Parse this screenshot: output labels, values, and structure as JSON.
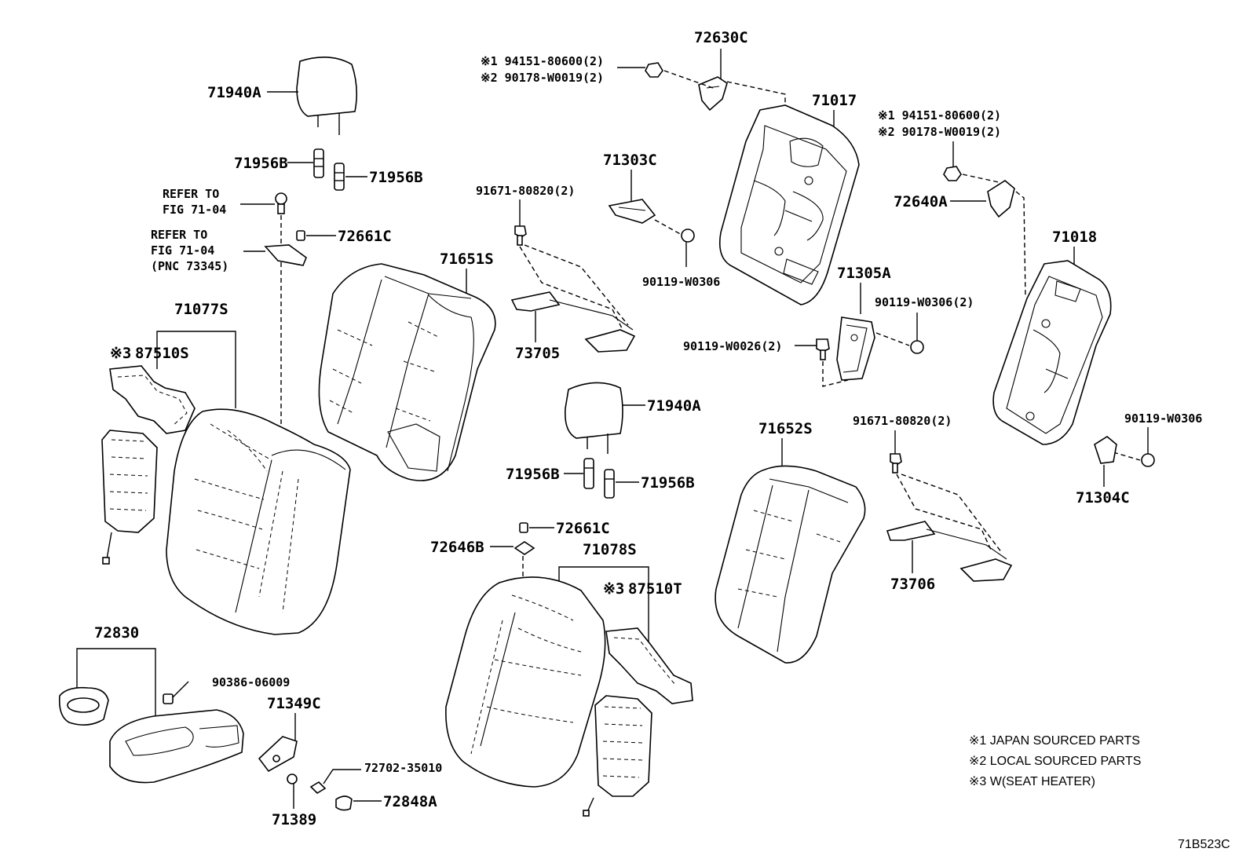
{
  "labels": {
    "p72630C": "72630C",
    "p71017": "71017",
    "p71018": "71018",
    "p71940A_a": "71940A",
    "p71940A_b": "71940A",
    "p71956B_a": "71956B",
    "p71956B_b": "71956B",
    "p71956B_c": "71956B",
    "p71956B_d": "71956B",
    "p72661C_a": "72661C",
    "p72661C_b": "72661C",
    "p71651S": "71651S",
    "p71652S": "71652S",
    "p71077S": "71077S",
    "p71078S": "71078S",
    "p87510S": "87510S",
    "p87510T": "87510T",
    "p71303C": "71303C",
    "p71305A": "71305A",
    "p71304C": "71304C",
    "p72640A": "72640A",
    "p73705": "73705",
    "p73706": "73706",
    "p72646B": "72646B",
    "p72830": "72830",
    "p71349C": "71349C",
    "p71389": "71389",
    "p72848A": "72848A",
    "p72702": "72702-35010",
    "p90386": "90386-06009",
    "p91671_a": "91671-80820(2)",
    "p91671_b": "91671-80820(2)",
    "p90119_a": "90119-W0306",
    "p90119_b": "90119-W0306(2)",
    "p90119_c": "90119-W0026(2)",
    "p90119_d": "90119-W0306",
    "ref1_line1": "REFER TO",
    "ref1_line2": "FIG 71-04",
    "ref2_line1": "REFER TO",
    "ref2_line2": "FIG 71-04",
    "ref2_line3": "(PNC 73345)",
    "note_left_1": "※1 94151-80600(2)",
    "note_left_2": "※2 90178-W0019(2)",
    "note_right_1": "※1 94151-80600(2)",
    "note_right_2": "※2 90178-W0019(2)",
    "mark3_a": "※3",
    "mark3_b": "※3"
  },
  "legend": [
    "※1  JAPAN SOURCED PARTS",
    "※2  LOCAL SOURCED PARTS",
    "※3  W(SEAT HEATER)"
  ],
  "figure_code": "71B523C"
}
